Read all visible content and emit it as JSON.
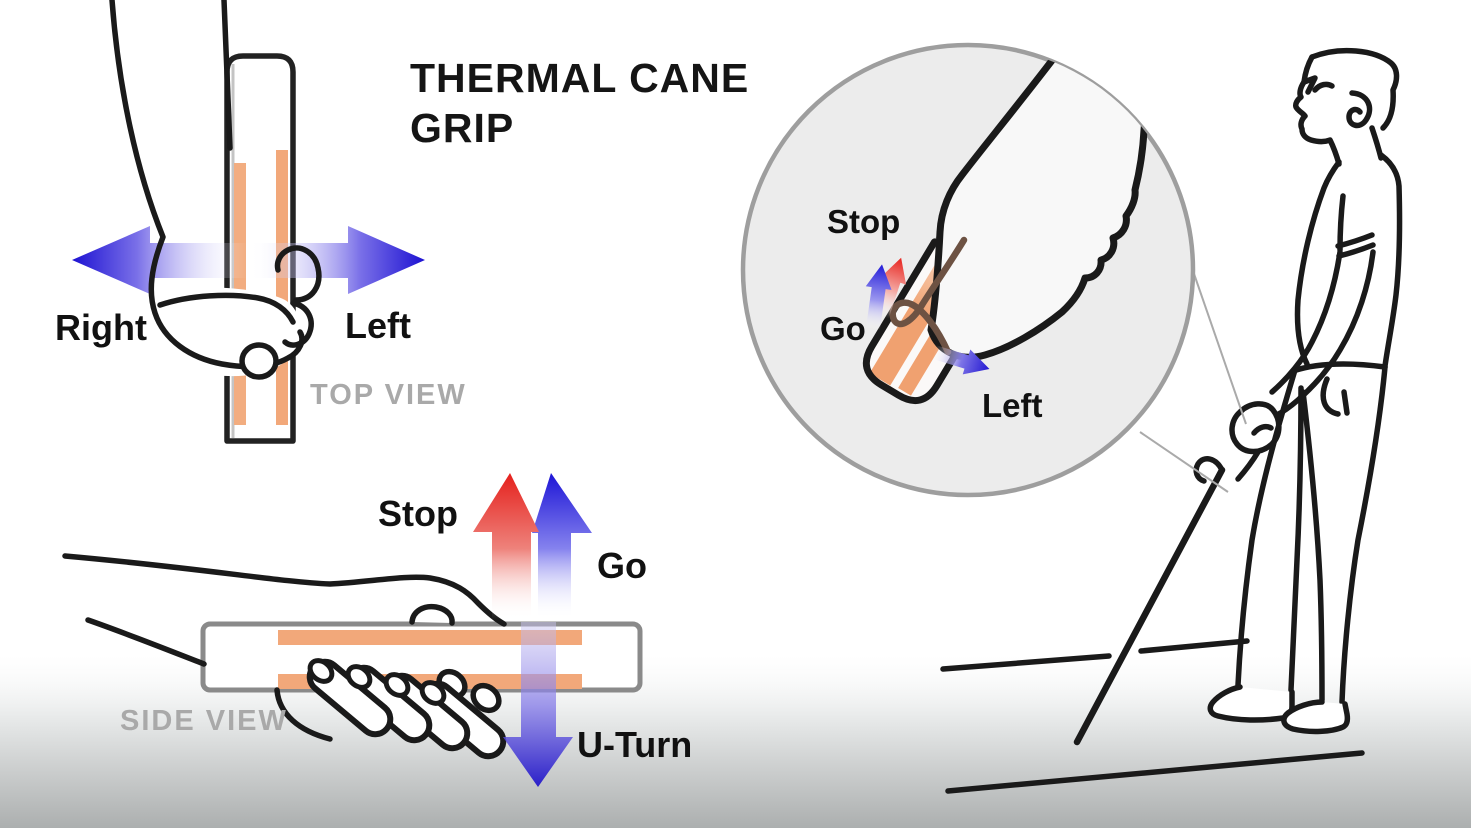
{
  "title": {
    "line1": "THERMAL CANE",
    "line2": "GRIP"
  },
  "top_view": {
    "caption": "TOP VIEW",
    "label_right": "Right",
    "label_left": "Left"
  },
  "side_view": {
    "caption": "SIDE VIEW",
    "label_stop": "Stop",
    "label_go": "Go",
    "label_uturn": "U-Turn"
  },
  "inset": {
    "label_stop": "Stop",
    "label_go": "Go",
    "label_left": "Left"
  },
  "colors": {
    "arrow_blue": "#1d14d4",
    "arrow_red": "#e5201c",
    "strip_orange": "#f2a87a",
    "strip_pale": "#f8d5bd",
    "caption_gray": "#a9a9a9",
    "outline": "#1a1a1a",
    "inset_background": "#ececec",
    "ground_gray": "#adb1b1",
    "thumb_brown": "#6d5243"
  }
}
